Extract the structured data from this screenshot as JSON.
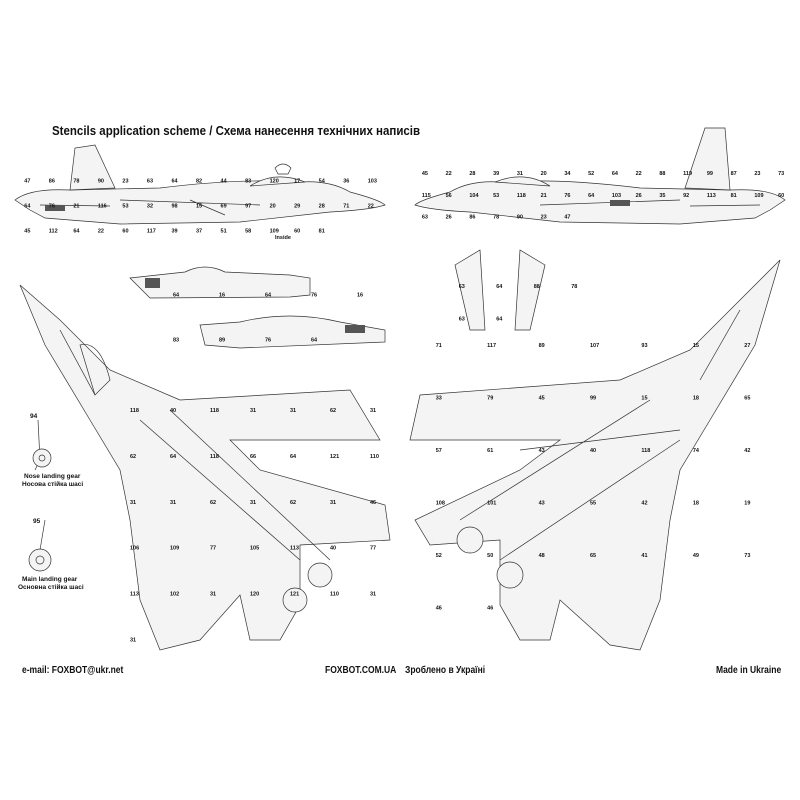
{
  "title": "Stencils application scheme / Схема нанесення технічних написів",
  "nose_gear": {
    "number": "94",
    "label_en": "Nose landing gear",
    "label_ua": "Носова стійка шасі"
  },
  "main_gear": {
    "number": "95",
    "label_en": "Main landing gear",
    "label_ua": "Основна стійка шасі"
  },
  "side_view_left_note": "Inside",
  "callouts_side_left": [
    "47",
    "86",
    "78",
    "90",
    "23",
    "63",
    "64",
    "82",
    "44",
    "83",
    "120",
    "17",
    "54",
    "36",
    "103",
    "64",
    "76",
    "21",
    "116",
    "53",
    "32",
    "98",
    "15",
    "69",
    "97",
    "20",
    "29",
    "28",
    "71",
    "22",
    "45",
    "112",
    "64",
    "22",
    "60",
    "117",
    "39",
    "37",
    "51",
    "58",
    "109",
    "60",
    "81"
  ],
  "callouts_side_right": [
    "45",
    "22",
    "28",
    "39",
    "31",
    "20",
    "34",
    "52",
    "64",
    "22",
    "88",
    "119",
    "99",
    "87",
    "23",
    "73",
    "115",
    "56",
    "104",
    "53",
    "118",
    "21",
    "76",
    "64",
    "103",
    "26",
    "35",
    "92",
    "113",
    "81",
    "109",
    "60",
    "63",
    "26",
    "86",
    "78",
    "90",
    "23",
    "47"
  ],
  "callouts_tanks": [
    "64",
    "16",
    "64",
    "76",
    "16",
    "83",
    "89",
    "76",
    "64"
  ],
  "callouts_fins": [
    "63",
    "64",
    "88",
    "78",
    "63",
    "64"
  ],
  "callouts_top": [
    "118",
    "40",
    "118",
    "31",
    "31",
    "62",
    "31",
    "62",
    "64",
    "118",
    "66",
    "64",
    "121",
    "110",
    "31",
    "31",
    "62",
    "31",
    "62",
    "31",
    "46",
    "106",
    "109",
    "77",
    "105",
    "113",
    "40",
    "77",
    "113",
    "102",
    "31",
    "120",
    "121",
    "110",
    "31",
    "31"
  ],
  "callouts_bottom": [
    "71",
    "117",
    "89",
    "107",
    "93",
    "15",
    "27",
    "33",
    "79",
    "45",
    "99",
    "15",
    "18",
    "65",
    "57",
    "61",
    "43",
    "40",
    "118",
    "74",
    "42",
    "108",
    "101",
    "43",
    "55",
    "42",
    "18",
    "19",
    "52",
    "50",
    "48",
    "65",
    "41",
    "49",
    "73",
    "46",
    "46"
  ],
  "footer": {
    "email": "e-mail: FOXBOT@ukr.net",
    "site": "FOXBOT.COM.UA",
    "made_ua": "Зроблено в Україні",
    "made_en": "Made in Ukraine"
  }
}
